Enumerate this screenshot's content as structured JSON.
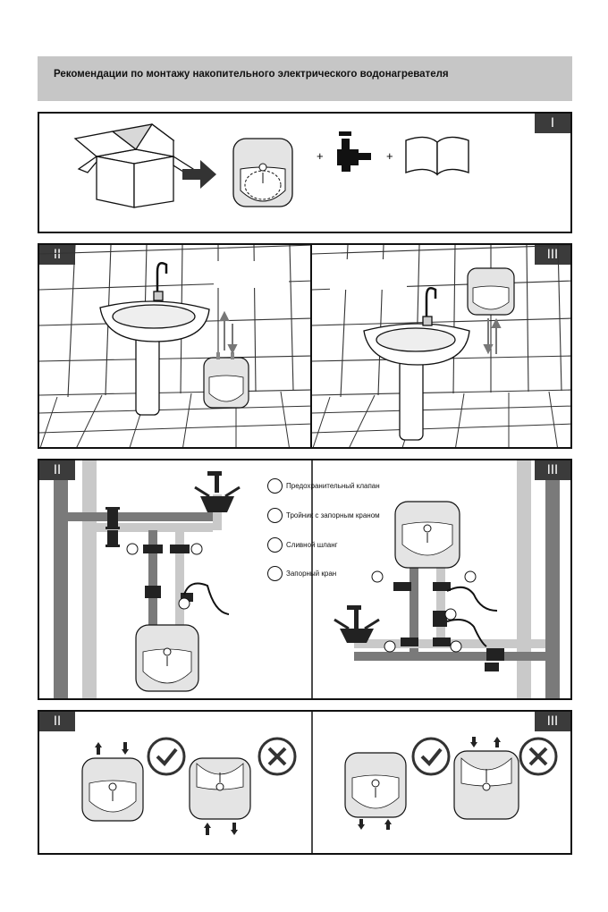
{
  "header": {
    "title": "Рекомендации по монтажу накопительного электрического водонагревателя"
  },
  "panels": {
    "p1": {
      "tag": "I"
    },
    "p2a": {
      "tag": "II"
    },
    "p2b": {
      "tag": "III"
    },
    "p3a": {
      "tag": "II"
    },
    "p3b": {
      "tag": "III"
    },
    "p4a": {
      "tag": "II"
    },
    "p4b": {
      "tag": "III"
    }
  },
  "plus_sign": "+",
  "legend": [
    "Предохранительный клапан",
    "Тройник с запорным краном",
    "Сливной шланг",
    "Запорный кран"
  ],
  "colors": {
    "frame": "#111111",
    "tag_bg": "#3b3b3b",
    "header_bg": "#c6c6c6",
    "pipe_dark": "#7a7a7a",
    "pipe_light": "#c9c9c9",
    "tile_line": "#333333"
  }
}
